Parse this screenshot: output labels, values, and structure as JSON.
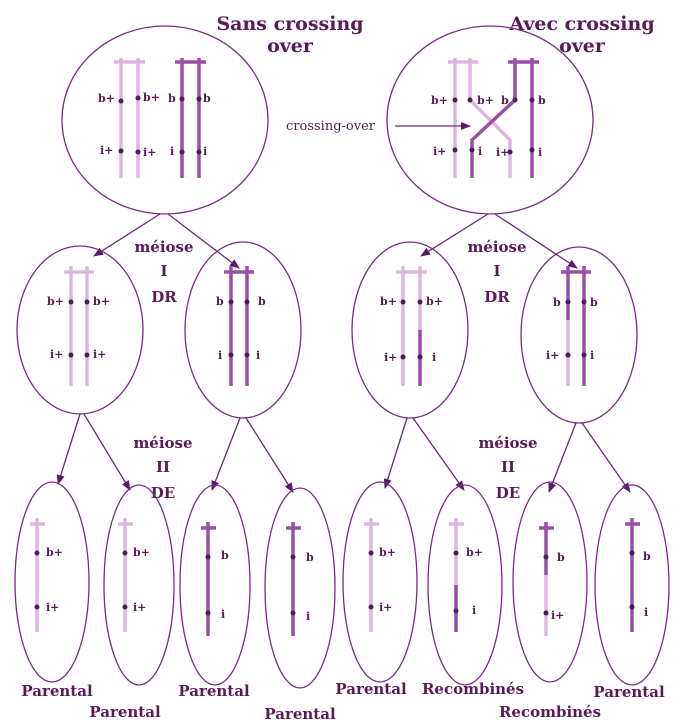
{
  "titles": {
    "without": [
      "Sans crossing",
      "over"
    ],
    "with": [
      "Avec crossing",
      "over"
    ]
  },
  "crossing_label": "crossing-over",
  "division1": {
    "name": "méiose",
    "numeral": "I",
    "type": "DR"
  },
  "division2": {
    "name": "méiose",
    "numeral": "II",
    "type": "DE"
  },
  "alleles": {
    "b_plus": "b+",
    "b": "b",
    "i_plus": "i+",
    "i": "i"
  },
  "results": [
    "Parental",
    "Parental",
    "Parental",
    "Parental",
    "Parental",
    "Recombinés",
    "Recombinés",
    "Parental"
  ],
  "colors": {
    "dark_chromatid": "#9b4ea8",
    "light_chromatid": "#ddb6e0",
    "outline": "#7a2c86",
    "text": "#5a1a5a"
  }
}
